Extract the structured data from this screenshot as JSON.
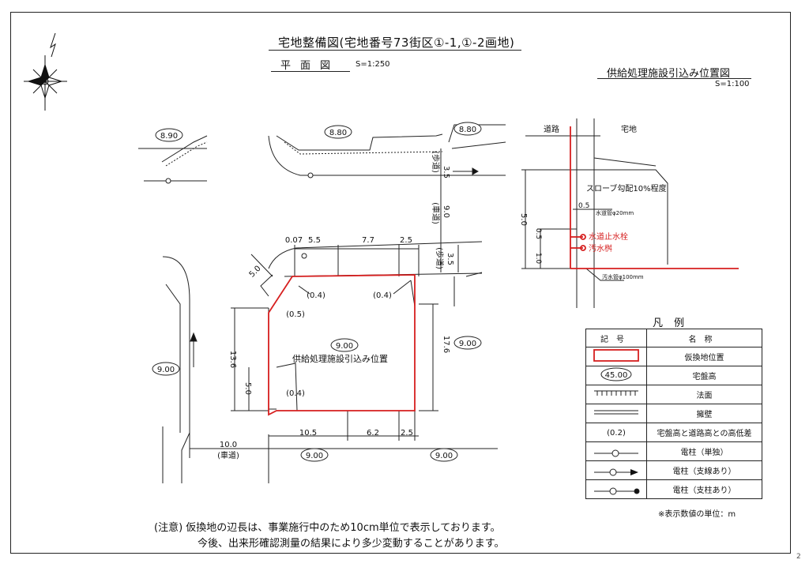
{
  "header": {
    "title": "宅地整備図(宅地番号73街区①-1,①-2画地)",
    "plan_label": "平面図",
    "plan_scale": "S=1:250",
    "supply_title": "供給処理施設引込み位置図",
    "supply_scale": "S=1:100"
  },
  "plan": {
    "elev_labels": [
      "8.90",
      "8.80",
      "8.80",
      "9.00",
      "9.00",
      "9.00",
      "9.00",
      "9.00"
    ],
    "diff_labels": [
      "(0.4)",
      "(0.4)",
      "(0.5)",
      "(0.4)"
    ],
    "dims": {
      "top_a": "0.07",
      "top_b": "5.5",
      "top_c": "7.7",
      "top_d": "2.5",
      "bot_a": "10.5",
      "bot_b": "6.2",
      "bot_c": "2.5",
      "road_w": "10.0",
      "road_label": "(車道)",
      "left_h": "13.6",
      "left_h2": "5.0",
      "right_h": "17.6",
      "corner": "5.0",
      "walk_top": "3.5",
      "walk_top_label": "(歩道)",
      "car_w": "9.0",
      "car_label": "(車道)",
      "walk_bot": "3.5",
      "walk_bot_label": "(歩道)"
    },
    "supply_point_label": "供給処理施設引込み位置"
  },
  "supply": {
    "road_label": "道路",
    "lot_label": "宅地",
    "slope_note": "スローブ勾配10%程度",
    "height": "5.0",
    "d1": "0.5",
    "d2": "1.0",
    "d3": "0.5",
    "water_pipe": "水道管φ20mm",
    "water_stop": "水道止水栓",
    "sewer_box": "汚水桝",
    "sewer_pipe": "汚水管φ100mm",
    "red_color": "#d61f1f"
  },
  "legend": {
    "title": "凡例",
    "col_symbol": "記号",
    "col_name": "名称",
    "rows": [
      {
        "name": "仮換地位置"
      },
      {
        "name": "宅盤高",
        "symbol_text": "45.00"
      },
      {
        "name": "法面"
      },
      {
        "name": "擁壁"
      },
      {
        "name": "宅盤高と道路高との高低差",
        "symbol_text": "(0.2)"
      },
      {
        "name": "電柱（単独）"
      },
      {
        "name": "電柱（支線あり）"
      },
      {
        "name": "電柱（支柱あり）"
      }
    ],
    "unit_note": "※表示数値の単位：m"
  },
  "notes": {
    "line1": "(注意) 仮換地の辺長は、事業施行中のため10cm単位で表示しております。",
    "line2": "今後、出来形確認測量の結果により多少変動することがあります。"
  },
  "page_number": "2"
}
